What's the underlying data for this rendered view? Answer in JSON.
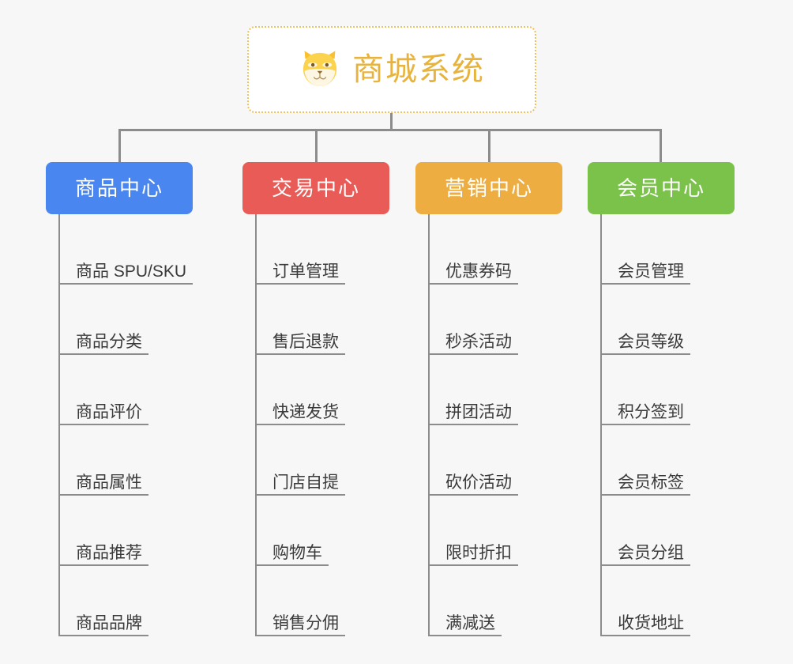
{
  "root": {
    "title": "商城系统",
    "icon": "shiba-dog-icon",
    "border_color": "#f0c05a",
    "title_color": "#e8b33d",
    "background": "#ffffff"
  },
  "canvas": {
    "background": "#f7f7f7",
    "connector_color": "#8c8c8c"
  },
  "branches": [
    {
      "label": "商品中心",
      "color": "#4a86f0",
      "items": [
        "商品 SPU/SKU",
        "商品分类",
        "商品评价",
        "商品属性",
        "商品推荐",
        "商品品牌"
      ]
    },
    {
      "label": "交易中心",
      "color": "#e85b57",
      "items": [
        "订单管理",
        "售后退款",
        "快递发货",
        "门店自提",
        "购物车",
        "销售分佣"
      ]
    },
    {
      "label": "营销中心",
      "color": "#edad40",
      "items": [
        "优惠券码",
        "秒杀活动",
        "拼团活动",
        "砍价活动",
        "限时折扣",
        "满减送"
      ]
    },
    {
      "label": "会员中心",
      "color": "#7ac24a",
      "items": [
        "会员管理",
        "会员等级",
        "积分签到",
        "会员标签",
        "会员分组",
        "收货地址"
      ]
    }
  ]
}
